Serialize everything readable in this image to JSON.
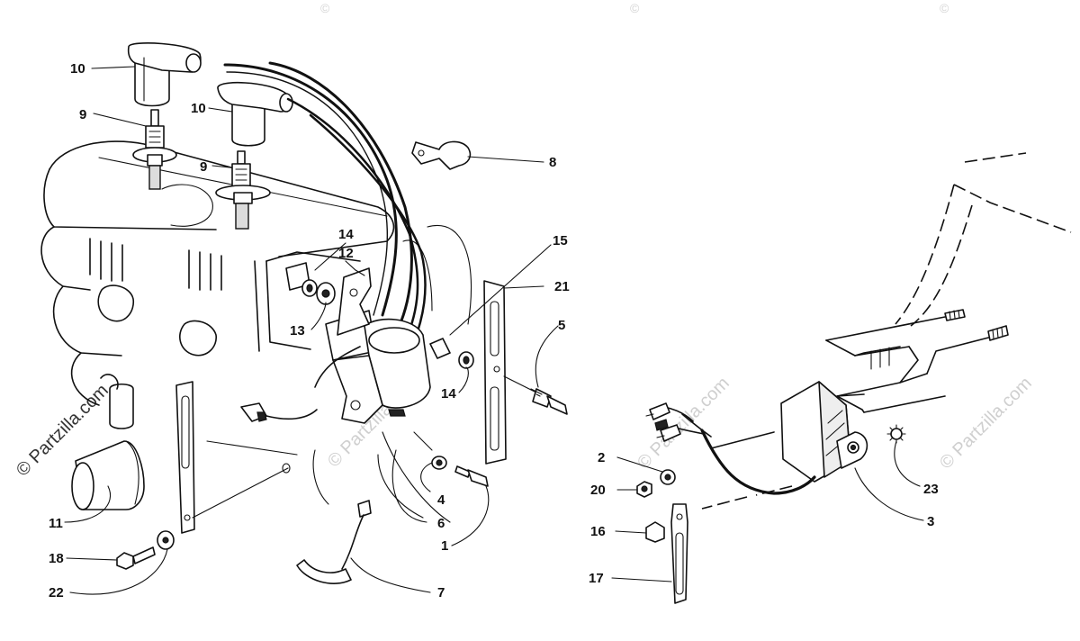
{
  "watermark": {
    "text": "Partzilla.com",
    "copyright_text": "© Partzilla.com",
    "copyright_symbol": "©"
  },
  "callouts": [
    {
      "id": "c10a",
      "label": "10"
    },
    {
      "id": "c9a",
      "label": "9"
    },
    {
      "id": "c10b",
      "label": "10"
    },
    {
      "id": "c9b",
      "label": "9"
    },
    {
      "id": "c8",
      "label": "8"
    },
    {
      "id": "c14a",
      "label": "14"
    },
    {
      "id": "c12",
      "label": "12"
    },
    {
      "id": "c13",
      "label": "13"
    },
    {
      "id": "c15",
      "label": "15"
    },
    {
      "id": "c21",
      "label": "21"
    },
    {
      "id": "c5",
      "label": "5"
    },
    {
      "id": "c14b",
      "label": "14"
    },
    {
      "id": "c4",
      "label": "4"
    },
    {
      "id": "c6",
      "label": "6"
    },
    {
      "id": "c1",
      "label": "1"
    },
    {
      "id": "c7",
      "label": "7"
    },
    {
      "id": "c11",
      "label": "11"
    },
    {
      "id": "c18",
      "label": "18"
    },
    {
      "id": "c22",
      "label": "22"
    },
    {
      "id": "c2",
      "label": "2"
    },
    {
      "id": "c20",
      "label": "20"
    },
    {
      "id": "c16",
      "label": "16"
    },
    {
      "id": "c17",
      "label": "17"
    },
    {
      "id": "c23",
      "label": "23"
    },
    {
      "id": "c3",
      "label": "3"
    }
  ]
}
